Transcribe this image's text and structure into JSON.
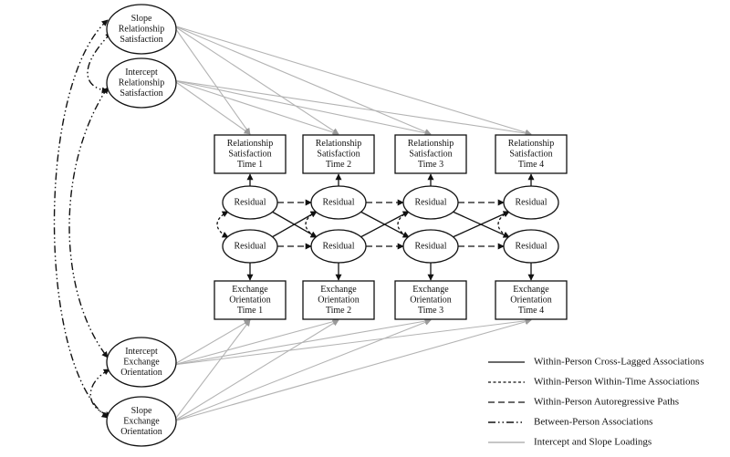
{
  "latent_factors": {
    "slope_rs": [
      "Slope",
      "Relationship",
      "Satisfaction"
    ],
    "intercept_rs": [
      "Intercept",
      "Relationship",
      "Satisfaction"
    ],
    "intercept_eo": [
      "Intercept",
      "Exchange",
      "Orientation"
    ],
    "slope_eo": [
      "Slope",
      "Exchange",
      "Orientation"
    ]
  },
  "relationship_satisfaction": [
    [
      "Relationship",
      "Satisfaction",
      "Time 1"
    ],
    [
      "Relationship",
      "Satisfaction",
      "Time 2"
    ],
    [
      "Relationship",
      "Satisfaction",
      "Time 3"
    ],
    [
      "Relationship",
      "Satisfaction",
      "Time 4"
    ]
  ],
  "exchange_orientation": [
    [
      "Exchange",
      "Orientation",
      "Time 1"
    ],
    [
      "Exchange",
      "Orientation",
      "Time 2"
    ],
    [
      "Exchange",
      "Orientation",
      "Time 3"
    ],
    [
      "Exchange",
      "Orientation",
      "Time 4"
    ]
  ],
  "residual_label": "Residual",
  "legend": [
    {
      "label": "Within-Person Cross-Lagged Associations",
      "style": "solid"
    },
    {
      "label": "Within-Person Within-Time Associations",
      "style": "short-dash"
    },
    {
      "label": "Within-Person Autoregressive Paths",
      "style": "long-dash"
    },
    {
      "label": "Between-Person Associations",
      "style": "dash-dot"
    },
    {
      "label": "Intercept and Slope Loadings",
      "style": "gray"
    }
  ],
  "colors": {
    "line": "#111111",
    "loading": "#b3b3b3",
    "background": "#ffffff"
  }
}
